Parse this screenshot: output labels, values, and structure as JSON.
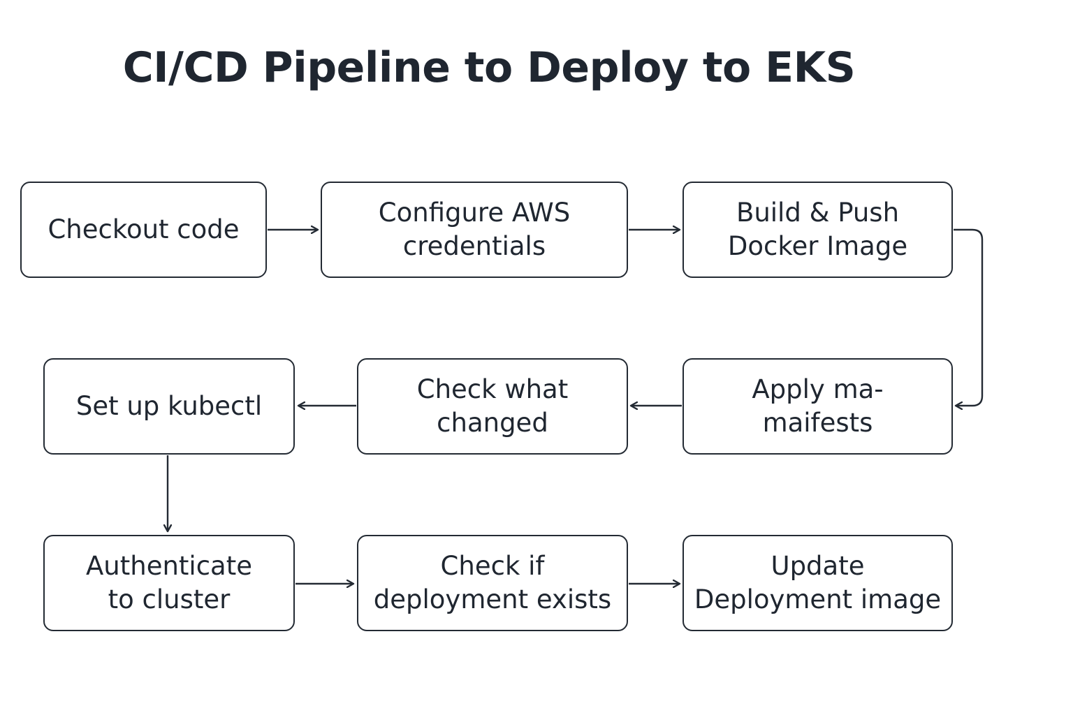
{
  "title": "CI/CD Pipeline to Deploy to EKS",
  "steps": [
    {
      "id": "checkout",
      "label": "Checkout code"
    },
    {
      "id": "configure-aws",
      "label": "Configure AWS\ncredentials"
    },
    {
      "id": "build-push",
      "label": "Build & Push\nDocker Image"
    },
    {
      "id": "apply-manifests",
      "label": "Apply ma-\nmaifests"
    },
    {
      "id": "check-changed",
      "label": "Check what\nchanged"
    },
    {
      "id": "setup-kubectl",
      "label": "Set up kubectl"
    },
    {
      "id": "authenticate",
      "label": "Authenticate\nto cluster"
    },
    {
      "id": "check-deployment",
      "label": "Check if\ndeployment exists"
    },
    {
      "id": "update-image",
      "label": "Update\nDeployment image"
    }
  ],
  "connections": [
    {
      "from": "checkout",
      "to": "configure-aws"
    },
    {
      "from": "configure-aws",
      "to": "build-push"
    },
    {
      "from": "build-push",
      "to": "apply-manifests"
    },
    {
      "from": "apply-manifests",
      "to": "check-changed"
    },
    {
      "from": "check-changed",
      "to": "setup-kubectl"
    },
    {
      "from": "setup-kubectl",
      "to": "authenticate"
    },
    {
      "from": "authenticate",
      "to": "check-deployment"
    },
    {
      "from": "check-deployment",
      "to": "update-image"
    }
  ],
  "colors": {
    "stroke": "#232a33",
    "text": "#1f2630",
    "background": "#ffffff"
  }
}
